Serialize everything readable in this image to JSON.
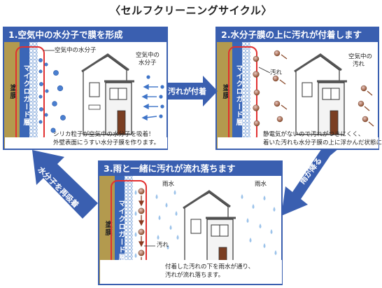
{
  "title": "〈セルフクリーニングサイクル〉",
  "panel1": {
    "heading": "1.空気中の水分子で膜を形成",
    "wall_label": "塗膜",
    "guard_label": "マイクロガード層",
    "label_molecules_near": "空気中の水分子",
    "label_molecules_air": [
      "空気中の",
      "水分子"
    ],
    "caption": [
      "シリカ粒子が空気中の水分子を吸着！",
      "外壁表面にうすい水分子膜を作ります。"
    ]
  },
  "panel2": {
    "heading": "2.水分子膜の上に汚れが付着します",
    "wall_label": "塗膜",
    "guard_label": "マイクロガード層",
    "label_dirt": "汚れ",
    "label_dirt_air": [
      "空気中の",
      "汚れ"
    ],
    "caption": [
      "静電気がないので汚れがつきにくく、",
      "着いた汚れも水分子膜の上に浮かんだ状態に。"
    ]
  },
  "panel3": {
    "heading": "3.雨と一緒に汚れが流れ落ちます",
    "wall_label": "塗膜",
    "guard_label": "マイクロガード層",
    "label_rain_left": "雨水",
    "label_rain_right": "雨水",
    "label_dirt": "汚れ",
    "caption": [
      "付着した汚れの下を雨水が通り、",
      "汚れが流れ落ちます。"
    ]
  },
  "arrows": {
    "one_to_two": "汚れが付着",
    "two_to_three": "雨が降る",
    "three_to_one": "水分子を再吸着"
  },
  "colors": {
    "panel_blue": "#3a5fb0",
    "guard_blue": "#3a66b7",
    "wall_tan": "#b39a4e",
    "frame_red": "#e23030",
    "molecule_blue": "#4a7fd0",
    "dirt_brown": "#8a4a2a",
    "rain_blue": "#9cc3ea"
  }
}
